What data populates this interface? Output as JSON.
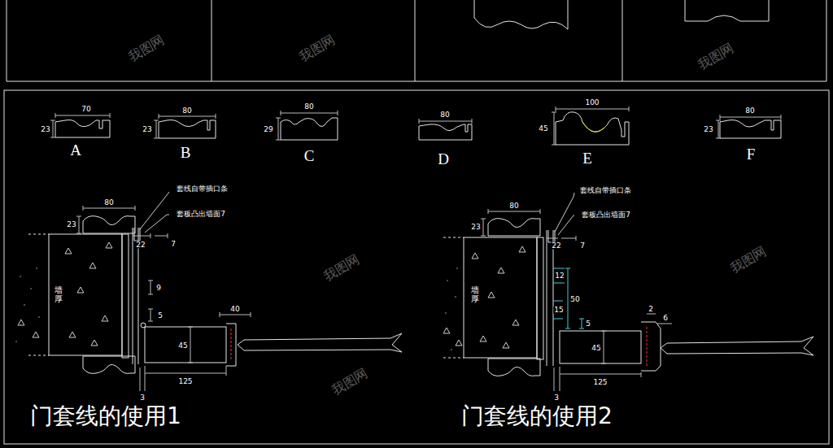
{
  "diagram": {
    "labels": [
      "70",
      "23",
      "A",
      "80",
      "23",
      "B",
      "80",
      "29",
      "C",
      "80",
      "D",
      "100",
      "45",
      "E",
      "80",
      "23",
      "F",
      "套线自带插口条",
      "套板凸出墙面7",
      "80",
      "23",
      "22",
      "7",
      "墙厚",
      "9",
      "5",
      "40",
      "45",
      "125",
      "3",
      "门套线的使用1",
      "套线自带插口条",
      "套板凸出墙面7",
      "80",
      "23",
      "22",
      "7",
      "墙厚",
      "12",
      "15",
      "50",
      "5",
      "2",
      "6",
      "45",
      "125",
      "3",
      "门套线的使用2",
      "我图网",
      "我图网",
      "我图网",
      "我图网",
      "我图网",
      "我图网"
    ]
  }
}
